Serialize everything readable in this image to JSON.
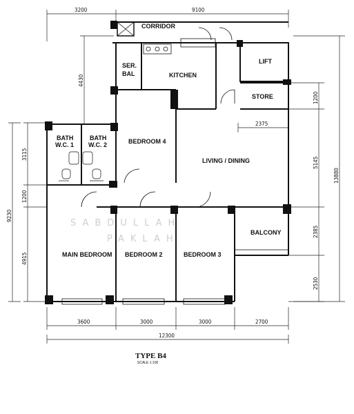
{
  "plan": {
    "title": "TYPE B4",
    "scale": "SCALE 1:100",
    "watermark": [
      "SABDULLAH",
      "PAKLAH"
    ],
    "rooms": {
      "corridor": "CORRIDOR",
      "lift": "LIFT",
      "ser": "SER.",
      "bal": "BAL",
      "kitchen": "KITCHEN",
      "store": "STORE",
      "bath1": "BATH",
      "wc1": "W.C. 1",
      "bath2": "BATH",
      "wc2": "W.C. 2",
      "bedroom4": "BEDROOM  4",
      "living": "LIVING  /  DINING",
      "main_bedroom": "MAIN BEDROOM",
      "bedroom2": "BEDROOM  2",
      "bedroom3": "BEDROOM  3",
      "balcony": "BALCONY"
    },
    "dimensions": {
      "top_1": "3200",
      "top_2": "9100",
      "left_4430": "4430",
      "left_3115": "3115",
      "left_1200": "1200",
      "left_4915": "4915",
      "left_9230": "9230",
      "right_1200": "1200",
      "right_2375": "2375",
      "right_5145": "5145",
      "right_13880": "13880",
      "right_2385": "2385",
      "right_2530": "2530",
      "bottom_3600": "3600",
      "bottom_3000a": "3000",
      "bottom_3000b": "3000",
      "bottom_2700": "2700",
      "bottom_12300": "12300"
    }
  }
}
